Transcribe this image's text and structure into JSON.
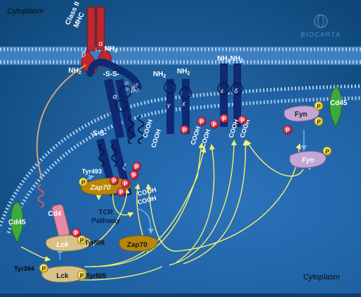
{
  "labels": {
    "cytoplasm_top": "Cytoplasm",
    "cytoplasm_bottom": "Cytoplasm",
    "mhc": "Class II MHC",
    "mhc_line1": "Class II",
    "mhc_line2": "MHC",
    "alpha": "α",
    "beta": "β",
    "nh2": "NH",
    "sub2": "2",
    "nh2nh2": "NH",
    "cooh": "COOH",
    "cd4": "Cd4",
    "cd45_left": "Cd45",
    "cd45_right": "Cd45",
    "lck": "Lck",
    "fyn": "Fyn",
    "zap70": "Zap70",
    "tyr493": "Tyr493",
    "tyr505_a": "Tyr505",
    "tyr505_b": "Tyr505",
    "tyr394": "Tyr394",
    "tcr_line1": "TCR",
    "tcr_line2": "Pathway",
    "p": "P",
    "ss": "-S-S-",
    "epsilon": "ε",
    "delta": "δ",
    "gamma": "γ",
    "zeta": "ζ",
    "watermark": "BIOCARTA"
  },
  "colors": {
    "background": "#0b3f6e",
    "membrane_head": "#78a8d8",
    "receptor": "#0e2a72",
    "mhc": "#c0282d",
    "phospho": "#d81e3c",
    "arrow": "#f2f070",
    "kinase": "#d9c28a",
    "zap70": "#b8860b",
    "cd45": "#3daa3d",
    "cd4": "#e88aa6"
  },
  "icons": [
    "phosphate-p-icon",
    "cd45-phosphatase-icon",
    "kinase-lck-icon",
    "kinase-fyn-icon",
    "zap70-icon"
  ]
}
